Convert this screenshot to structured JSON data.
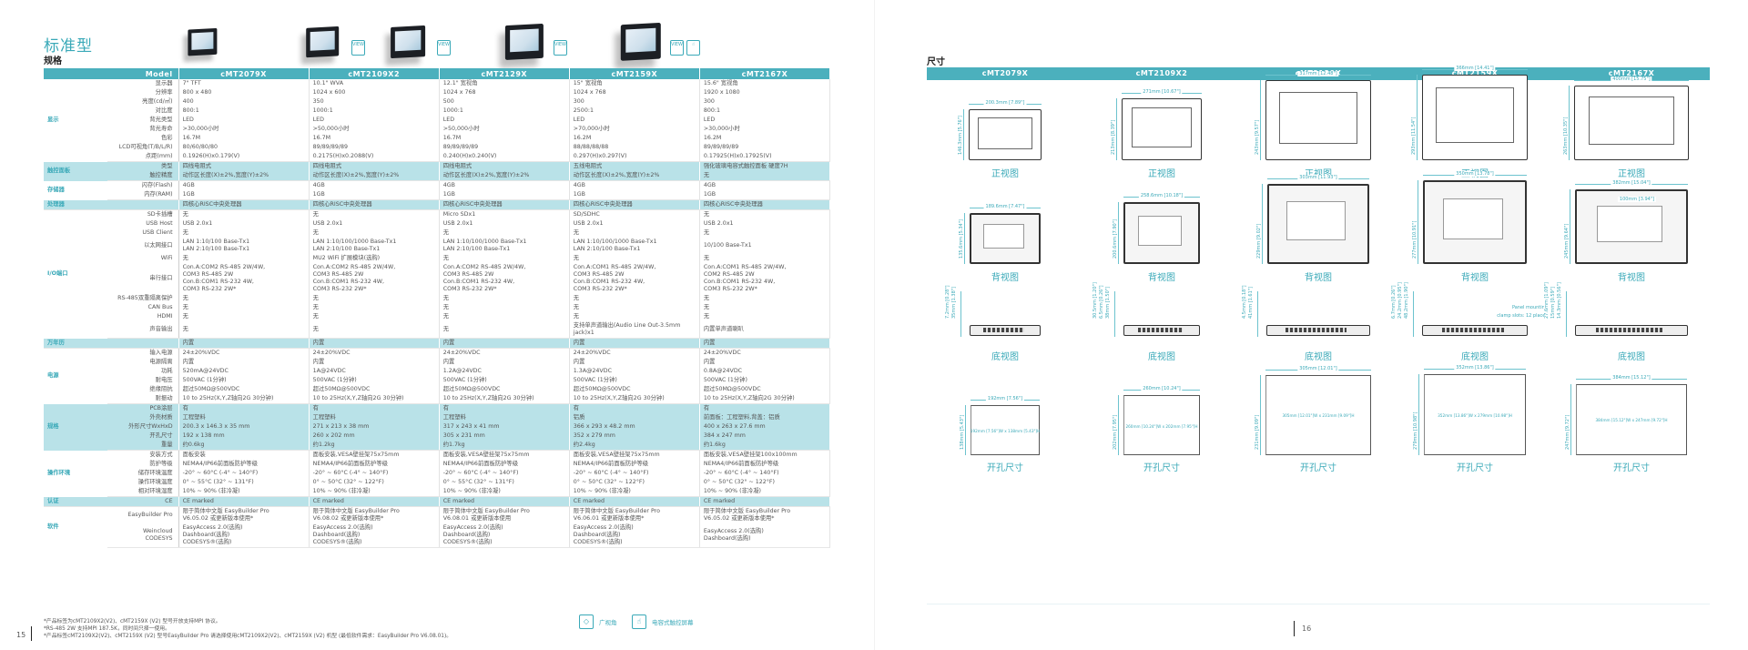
{
  "left": {
    "series_title": "标准型",
    "spec_title": "规格",
    "header": {
      "model_label": "Model",
      "models": [
        "cMT2079X",
        "cMT2109X2",
        "cMT2129X",
        "cMT2159X",
        "cMT2167X"
      ]
    },
    "badges": [
      [],
      [
        "wide-view"
      ],
      [
        "wide-view"
      ],
      [
        "wide-view"
      ],
      [
        "wide-view",
        "capacitive-touch"
      ]
    ],
    "badge_text": {
      "wide-view": "VIEW",
      "capacitive-touch": "☝"
    },
    "groups": [
      {
        "category": "显示",
        "shade": false,
        "rows": [
          {
            "label": "显示器",
            "values": [
              "7\" TFT",
              "10.1\" WVA",
              "12.1\" 宽视角",
              "15\" 宽视角",
              "15.6\" 宽视角"
            ]
          },
          {
            "label": "分辨率",
            "values": [
              "800 x 480",
              "1024 x 600",
              "1024 x 768",
              "1024 x 768",
              "1920 x 1080"
            ]
          },
          {
            "label": "亮度(cd/㎡)",
            "values": [
              "400",
              "350",
              "500",
              "300",
              "300"
            ]
          },
          {
            "label": "对比度",
            "values": [
              "800:1",
              "1000:1",
              "1000:1",
              "2500:1",
              "800:1"
            ]
          },
          {
            "label": "背光类型",
            "values": [
              "LED",
              "LED",
              "LED",
              "LED",
              "LED"
            ]
          },
          {
            "label": "背光寿命",
            "values": [
              ">30,000小时",
              ">50,000小时",
              ">50,000小时",
              ">70,000小时",
              ">30,000小时"
            ]
          },
          {
            "label": "色彩",
            "values": [
              "16.7M",
              "16.7M",
              "16.7M",
              "16.2M",
              "16.2M"
            ]
          },
          {
            "label": "LCD可视角(T/B/L/R)",
            "values": [
              "80/60/80/80",
              "89/89/89/89",
              "89/89/89/89",
              "88/88/88/88",
              "89/89/89/89"
            ]
          },
          {
            "label": "点距(mm)",
            "values": [
              "0.1926(H)x0.179(V)",
              "0.2175(H)x0.2088(V)",
              "0.240(H)x0.240(V)",
              "0.297(H)x0.297(V)",
              "0.17925(H)x0.17925(V)"
            ]
          }
        ]
      },
      {
        "category": "触控面板",
        "shade": true,
        "rows": [
          {
            "label": "类型",
            "values": [
              "四线电阻式",
              "四线电阻式",
              "四线电阻式",
              "五线电阻式",
              "强化玻璃电容式触控面板 硬度7H"
            ]
          },
          {
            "label": "触控精度",
            "values": [
              "动作区长度(X)±2%,宽度(Y)±2%",
              "动作区长度(X)±2%,宽度(Y)±2%",
              "动作区长度(X)±2%,宽度(Y)±2%",
              "动作区长度(X)±2%,宽度(Y)±2%",
              "无"
            ]
          }
        ]
      },
      {
        "category": "存储器",
        "shade": false,
        "rows": [
          {
            "label": "闪存(Flash)",
            "values": [
              "4GB",
              "4GB",
              "4GB",
              "4GB",
              "4GB"
            ]
          },
          {
            "label": "内存(RAM)",
            "values": [
              "1GB",
              "1GB",
              "1GB",
              "1GB",
              "1GB"
            ]
          }
        ]
      },
      {
        "category": "处理器",
        "shade": true,
        "rows": [
          {
            "label": "",
            "values": [
              "四核心RISC中央处理器",
              "四核心RISC中央处理器",
              "四核心RISC中央处理器",
              "四核心RISC中央处理器",
              "四核心RISC中央处理器"
            ]
          }
        ]
      },
      {
        "category": "I/O端口",
        "shade": false,
        "rows": [
          {
            "label": "SD卡插槽",
            "values": [
              "无",
              "无",
              "Micro SDx1",
              "SD/SDHC",
              "无"
            ]
          },
          {
            "label": "USB Host",
            "values": [
              "USB 2.0x1",
              "USB 2.0x1",
              "USB 2.0x1",
              "USB 2.0x1",
              "USB 2.0x1"
            ]
          },
          {
            "label": "USB Client",
            "values": [
              "无",
              "无",
              "无",
              "无",
              "无"
            ]
          },
          {
            "label": "以太网接口",
            "values": [
              "LAN 1:10/100 Base-Tx1\nLAN 2:10/100 Base-Tx1",
              "LAN 1:10/100/1000 Base-Tx1\nLAN 2:10/100 Base-Tx1",
              "LAN 1:10/100/1000 Base-Tx1\nLAN 2:10/100 Base-Tx1",
              "LAN 1:10/100/1000 Base-Tx1\nLAN 2:10/100 Base-Tx1",
              "10/100 Base-Tx1"
            ]
          },
          {
            "label": "WiFi",
            "values": [
              "无",
              "MU2 WiFi 扩展模块(选购)",
              "无",
              "无",
              "无"
            ]
          },
          {
            "label": "串行接口",
            "values": [
              "Con.A:COM2 RS-485 2W/4W,\n      COM3 RS-485 2W\nCon.B:COM1 RS-232 4W,\n      COM3 RS-232 2W*",
              "Con.A:COM2 RS-485 2W/4W,\n      COM3 RS-485 2W\nCon.B:COM1 RS-232 4W,\n      COM3 RS-232 2W*",
              "Con.A:COM2 RS-485 2W/4W,\n      COM3 RS-485 2W\nCon.B:COM1 RS-232 4W,\n      COM3 RS-232 2W*",
              "Con.A:COM1 RS-485 2W/4W,\n      COM3 RS-485 2W\nCon.B:COM1 RS-232 4W,\n      COM3 RS-232 2W*",
              "Con.A:COM1 RS-485 2W/4W,\n      COM2 RS-485 2W\nCon.B:COM1 RS-232 4W,\n      COM3 RS-232 2W*"
            ]
          },
          {
            "label": "RS-485双重隔离保护",
            "values": [
              "无",
              "无",
              "无",
              "无",
              "无"
            ]
          },
          {
            "label": "CAN Bus",
            "values": [
              "无",
              "无",
              "无",
              "无",
              "无"
            ]
          },
          {
            "label": "HDMI",
            "values": [
              "无",
              "无",
              "无",
              "无",
              "无"
            ]
          },
          {
            "label": "声音输出",
            "values": [
              "无",
              "无",
              "无",
              "支持单声道输出(Audio Line Out-3.5mm jack)x1",
              "内置单声道喇叭"
            ]
          }
        ]
      },
      {
        "category": "万年历",
        "shade": true,
        "rows": [
          {
            "label": "",
            "values": [
              "内置",
              "内置",
              "内置",
              "内置",
              "内置"
            ]
          }
        ]
      },
      {
        "category": "电源",
        "shade": false,
        "rows": [
          {
            "label": "输入电源",
            "values": [
              "24±20%VDC",
              "24±20%VDC",
              "24±20%VDC",
              "24±20%VDC",
              "24±20%VDC"
            ]
          },
          {
            "label": "电源隔离",
            "values": [
              "内置",
              "内置",
              "内置",
              "内置",
              "内置"
            ]
          },
          {
            "label": "功耗",
            "values": [
              "520mA@24VDC",
              "1A@24VDC",
              "1.2A@24VDC",
              "1.3A@24VDC",
              "0.8A@24VDC"
            ]
          },
          {
            "label": "耐电压",
            "values": [
              "500VAC (1分钟)",
              "500VAC (1分钟)",
              "500VAC (1分钟)",
              "500VAC (1分钟)",
              "500VAC (1分钟)"
            ]
          },
          {
            "label": "绝缘阻抗",
            "values": [
              "超过50MΩ@500VDC",
              "超过50MΩ@500VDC",
              "超过50MΩ@500VDC",
              "超过50MΩ@500VDC",
              "超过50MΩ@500VDC"
            ]
          },
          {
            "label": "耐振动",
            "values": [
              "10 to 25Hz(X,Y,Z轴向2G 30分钟)",
              "10 to 25Hz(X,Y,Z轴向2G 30分钟)",
              "10 to 25Hz(X,Y,Z轴向2G 30分钟)",
              "10 to 25Hz(X,Y,Z轴向2G 30分钟)",
              "10 to 25Hz(X,Y,Z轴向2G 30分钟)"
            ]
          }
        ]
      },
      {
        "category": "规格",
        "shade": true,
        "rows": [
          {
            "label": "PCB涂层",
            "values": [
              "有",
              "有",
              "有",
              "有",
              "有"
            ]
          },
          {
            "label": "外壳材质",
            "values": [
              "工程塑料",
              "工程塑料",
              "工程塑料",
              "铝质",
              "前面板：工程塑料,背盖：铝质"
            ]
          },
          {
            "label": "外形尺寸WxHxD",
            "values": [
              "200.3 x 146.3 x 35 mm",
              "271 x 213 x 38 mm",
              "317 x 243 x 41 mm",
              "366 x 293 x 48.2 mm",
              "400 x 263 x 27.6 mm"
            ]
          },
          {
            "label": "开孔尺寸",
            "values": [
              "192 x 138 mm",
              "260 x 202 mm",
              "305 x 231 mm",
              "352 x 279 mm",
              "384 x 247 mm"
            ]
          },
          {
            "label": "重量",
            "values": [
              "约0.6kg",
              "约1.2kg",
              "约1.7kg",
              "约2.4kg",
              "约1.6kg"
            ]
          }
        ]
      },
      {
        "category": "操作环境",
        "shade": false,
        "rows": [
          {
            "label": "安装方式",
            "values": [
              "面板安装",
              "面板安装,VESA壁挂架75x75mm",
              "面板安装,VESA壁挂架75x75mm",
              "面板安装,VESA壁挂架75x75mm",
              "面板安装,VESA壁挂架100x100mm"
            ]
          },
          {
            "label": "防护等级",
            "values": [
              "NEMA4/IP66前面板防护等级",
              "NEMA4/IP66前面板防护等级",
              "NEMA4/IP66前面板防护等级",
              "NEMA4/IP66前面板防护等级",
              "NEMA4/IP66前面板防护等级"
            ]
          },
          {
            "label": "储存环境温度",
            "values": [
              "-20° ~ 60°C (-4° ~ 140°F)",
              "-20° ~ 60°C (-4° ~ 140°F)",
              "-20° ~ 60°C (-4° ~ 140°F)",
              "-20° ~ 60°C (-4° ~ 140°F)",
              "-20° ~ 60°C (-4° ~ 140°F)"
            ]
          },
          {
            "label": "操作环境温度",
            "values": [
              "0° ~ 55°C (32° ~ 131°F)",
              "0° ~ 50°C (32° ~ 122°F)",
              "0° ~ 55°C (32° ~ 131°F)",
              "0° ~ 50°C (32° ~ 122°F)",
              "0° ~ 50°C (32° ~ 122°F)"
            ]
          },
          {
            "label": "相对环境湿度",
            "values": [
              "10% ~ 90% (非冷凝)",
              "10% ~ 90% (非冷凝)",
              "10% ~ 90% (非冷凝)",
              "10% ~ 90% (非冷凝)",
              "10% ~ 90% (非冷凝)"
            ]
          }
        ]
      },
      {
        "category": "认证",
        "shade": true,
        "rows": [
          {
            "label": "CE",
            "values": [
              "CE marked",
              "CE marked",
              "CE marked",
              "CE marked",
              "CE marked"
            ]
          }
        ]
      },
      {
        "category": "软件",
        "shade": false,
        "rows": [
          {
            "label": "EasyBuilder Pro",
            "values": [
              "限于简体中文版 EasyBuilder Pro\nV6.05.02 或更新版本使用*",
              "限于简体中文版 EasyBuilder Pro\nV6.08.02 或更新版本使用*",
              "限于简体中文版 EasyBuilder Pro\nV6.08.01 或更新版本使用",
              "限于简体中文版 EasyBuilder Pro\nV6.06.01 或更新版本使用*",
              "限于简体中文版 EasyBuilder Pro\nV6.05.02 或更新版本使用*"
            ]
          },
          {
            "label": "Weincloud\nCODESYS",
            "values": [
              "EasyAccess 2.0(选购)\nDashboard(选购)\nCODESYS®(选购)",
              "EasyAccess 2.0(选购)\nDashboard(选购)\nCODESYS®(选购)",
              "EasyAccess 2.0(选购)\nDashboard(选购)\nCODESYS®(选购)",
              "EasyAccess 2.0(选购)\nDashboard(选购)\nCODESYS®(选购)",
              "EasyAccess 2.0(选购)\nDashboard(选购)"
            ]
          }
        ]
      }
    ],
    "footnotes": [
      "*产品标签为cMT2109X2(V2)、cMT2159X (V2) 型号开放支持MPI 协议。",
      "*RS-485 2W 支持MPI 187.5K，同时间只择一使用。",
      "*产品标签cMT2109X2(V2)、cMT2159X (V2) 型号EasyBuilder Pro 请选择使用cMT2109X2(V2)、cMT2159X (V2) 机型 (最低软件需求：EasyBuilder Pro V6.08.01)。"
    ],
    "legend": [
      {
        "icon": "wide-view-icon",
        "glyph": "◇",
        "label": "广视角"
      },
      {
        "icon": "capacitive-touch-icon",
        "glyph": "☝",
        "label": "电容式触控屏幕"
      }
    ],
    "page_number": "15"
  },
  "right": {
    "title": "尺寸",
    "models": [
      "cMT2079X",
      "cMT2109X2",
      "cMT2129X",
      "cMT2159X",
      "cMT2167X"
    ],
    "view_labels": {
      "front": "正视图",
      "back": "背视图",
      "bottom": "底视图",
      "cutout": "开孔尺寸"
    },
    "front": [
      {
        "w": "200.3mm [7.89\"]",
        "h": "146.3mm [5.76\"]"
      },
      {
        "w": "271mm [10.67\"]",
        "h": "213mm [8.39\"]"
      },
      {
        "w": "317mm [12.48\"]",
        "h": "243mm [9.57\"]"
      },
      {
        "w": "366mm [14.41\"]",
        "h": "293mm [11.54\"]"
      },
      {
        "w": "400mm [15.75\"]",
        "h": "263mm [10.35\"]"
      }
    ],
    "back": [
      {
        "w": "189.6mm [7.47\"]",
        "h": "135.6mm [5.34\"]"
      },
      {
        "w": "258.6mm [10.18\"]",
        "h": "200.6mm [7.90\"]"
      },
      {
        "w": "303mm [11.93\"]",
        "h": "229mm [9.02\"]"
      },
      {
        "w": "350mm [13.78\"]",
        "h": "277mm [10.91\"]"
      },
      {
        "w": "382mm [15.04\"]",
        "h": "245mm [9.64\"]",
        "vesa_w": "100mm [3.94\"]",
        "vesa_h": "100mm [3.94\"]"
      }
    ],
    "bottom": [
      {
        "dims": [
          "35mm [1.38\"]",
          "7.2mm [0.28\"]"
        ]
      },
      {
        "dims": [
          "38mm [1.50\"]",
          "6.5mm [0.26\"]",
          "30.5mm [1.20\"]"
        ]
      },
      {
        "dims": [
          "41mm [1.61\"]",
          "4.5mm [0.18\"]"
        ]
      },
      {
        "dims": [
          "48.2mm [1.90\"]",
          "24.2mm [0.95\"]",
          "6.7mm [0.26\"]"
        ],
        "note": "Panel mounting\nclamp slots: 12 places"
      },
      {
        "dims": [
          "14.3mm [0.56\"]",
          "15mm [0.59\"]",
          "27.6mm [1.09\"]"
        ]
      }
    ],
    "cutout": [
      {
        "w": "192mm [7.56\"]",
        "h": "138mm [5.43\"]",
        "label": "192mm [7.56\"]W x 138mm [5.43\"]H"
      },
      {
        "w": "260mm [10.24\"]",
        "h": "202mm [7.95\"]",
        "label": "260mm [10.24\"]W x 202mm [7.95\"]H"
      },
      {
        "w": "305mm [12.01\"]",
        "h": "231mm [9.09\"]",
        "label": "305mm [12.01\"]W x 231mm [9.09\"]H"
      },
      {
        "w": "352mm [13.86\"]",
        "h": "279mm [10.98\"]",
        "label": "352mm [13.86\"]W x 279mm [10.98\"]H"
      },
      {
        "w": "384mm [15.12\"]",
        "h": "247mm [9.72\"]",
        "label": "384mm [15.12\"]W x 247mm [9.72\"]H"
      }
    ],
    "page_number": "16"
  },
  "colors": {
    "accent": "#4bb0bd",
    "accent_text": "#3aa9b8",
    "shade": "#b9e2e8"
  }
}
